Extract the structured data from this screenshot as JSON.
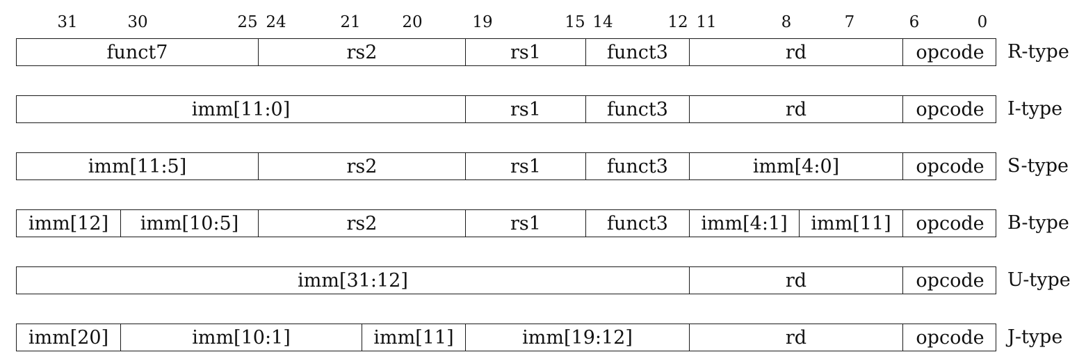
{
  "bit_labels": [
    "31",
    "30",
    "25",
    "24",
    "21",
    "20",
    "19",
    "15",
    "14",
    "12",
    "11",
    "8",
    "7",
    "6",
    "0"
  ],
  "formats": [
    {
      "type": "R-type",
      "fields": [
        {
          "label": "funct7",
          "hi": 31,
          "lo": 25
        },
        {
          "label": "rs2",
          "hi": 24,
          "lo": 20
        },
        {
          "label": "rs1",
          "hi": 19,
          "lo": 15
        },
        {
          "label": "funct3",
          "hi": 14,
          "lo": 12
        },
        {
          "label": "rd",
          "hi": 11,
          "lo": 7
        },
        {
          "label": "opcode",
          "hi": 6,
          "lo": 0
        }
      ]
    },
    {
      "type": "I-type",
      "fields": [
        {
          "label": "imm[11:0]",
          "hi": 31,
          "lo": 20
        },
        {
          "label": "rs1",
          "hi": 19,
          "lo": 15
        },
        {
          "label": "funct3",
          "hi": 14,
          "lo": 12
        },
        {
          "label": "rd",
          "hi": 11,
          "lo": 7
        },
        {
          "label": "opcode",
          "hi": 6,
          "lo": 0
        }
      ]
    },
    {
      "type": "S-type",
      "fields": [
        {
          "label": "imm[11:5]",
          "hi": 31,
          "lo": 25
        },
        {
          "label": "rs2",
          "hi": 24,
          "lo": 20
        },
        {
          "label": "rs1",
          "hi": 19,
          "lo": 15
        },
        {
          "label": "funct3",
          "hi": 14,
          "lo": 12
        },
        {
          "label": "imm[4:0]",
          "hi": 11,
          "lo": 7
        },
        {
          "label": "opcode",
          "hi": 6,
          "lo": 0
        }
      ]
    },
    {
      "type": "B-type",
      "fields": [
        {
          "label": "imm[12]",
          "hi": 31,
          "lo": 31
        },
        {
          "label": "imm[10:5]",
          "hi": 30,
          "lo": 25
        },
        {
          "label": "rs2",
          "hi": 24,
          "lo": 20
        },
        {
          "label": "rs1",
          "hi": 19,
          "lo": 15
        },
        {
          "label": "funct3",
          "hi": 14,
          "lo": 12
        },
        {
          "label": "imm[4:1]",
          "hi": 11,
          "lo": 8
        },
        {
          "label": "imm[11]",
          "hi": 7,
          "lo": 7
        },
        {
          "label": "opcode",
          "hi": 6,
          "lo": 0
        }
      ]
    },
    {
      "type": "U-type",
      "fields": [
        {
          "label": "imm[31:12]",
          "hi": 31,
          "lo": 12
        },
        {
          "label": "rd",
          "hi": 11,
          "lo": 7
        },
        {
          "label": "opcode",
          "hi": 6,
          "lo": 0
        }
      ]
    },
    {
      "type": "J-type",
      "fields": [
        {
          "label": "imm[20]",
          "hi": 31,
          "lo": 31
        },
        {
          "label": "imm[10:1]",
          "hi": 30,
          "lo": 21
        },
        {
          "label": "imm[11]",
          "hi": 20,
          "lo": 20
        },
        {
          "label": "imm[19:12]",
          "hi": 19,
          "lo": 12
        },
        {
          "label": "rd",
          "hi": 11,
          "lo": 7
        },
        {
          "label": "opcode",
          "hi": 6,
          "lo": 0
        }
      ]
    }
  ]
}
